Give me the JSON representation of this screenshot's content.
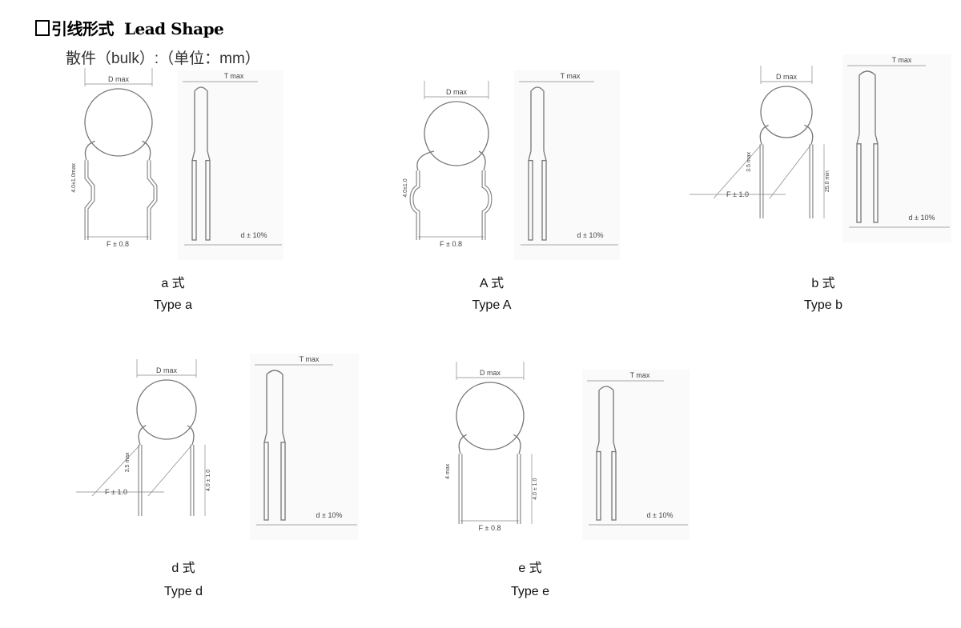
{
  "header": {
    "title_cn": "引线形式",
    "title_en": "Lead Shape",
    "subtitle": "散件（bulk）:（单位：mm）"
  },
  "figures": [
    {
      "id": "a",
      "caption_cn": "a 式",
      "caption_en": "Type a",
      "d_label": "D max",
      "t_label": "T max",
      "f_label": "F ± 0.8",
      "lead_label": "d ± 10%",
      "h_label": "4.0±1.0max"
    },
    {
      "id": "A",
      "caption_cn": "A 式",
      "caption_en": "Type A",
      "d_label": "D max",
      "t_label": "T max",
      "f_label": "F ± 0.8",
      "lead_label": "d ± 10%",
      "h_label": "4.0±1.0"
    },
    {
      "id": "b",
      "caption_cn": "b 式",
      "caption_en": "Type b",
      "d_label": "D max",
      "t_label": "T max",
      "f_label": "F ± 1.0",
      "lead_label": "d ± 10%",
      "h_label": "3.5 max",
      "l_label": "25.0 min"
    },
    {
      "id": "d",
      "caption_cn": "d 式",
      "caption_en": "Type d",
      "d_label": "D max",
      "t_label": "T max",
      "f_label": "F ± 1.0",
      "lead_label": "d ± 10%",
      "h_label": "3.5 max",
      "l_label": "4.0 ± 1.0"
    },
    {
      "id": "e",
      "caption_cn": "e 式",
      "caption_en": "Type e",
      "d_label": "D max",
      "t_label": "T max",
      "f_label": "F ± 0.8",
      "lead_label": "d ± 10%",
      "h_label": "4 max",
      "l_label": "4.0 ± 1.0"
    }
  ]
}
